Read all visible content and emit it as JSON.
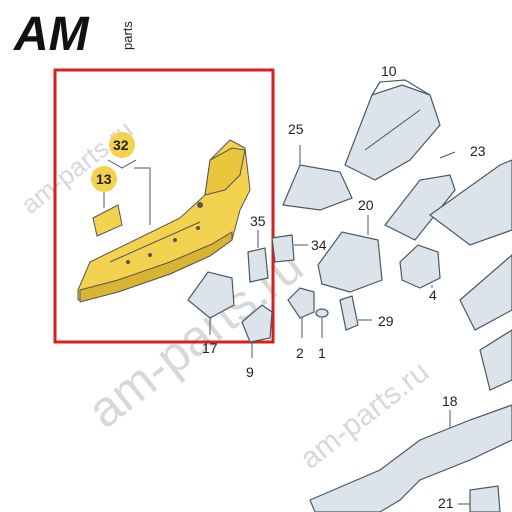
{
  "logo": {
    "main": "AM",
    "sub": "parts"
  },
  "watermark": {
    "top": "am-parts.ru",
    "middle": "am-parts.ru",
    "bottom": "am-parts.ru"
  },
  "highlight_color": "#f2d24e",
  "frame_color": "#d81e1e",
  "callouts": {
    "c32": "32",
    "c13": "13",
    "c10": "10",
    "c25": "25",
    "c23": "23",
    "c35": "35",
    "c34": "34",
    "c20": "20",
    "c4": "4",
    "c17": "17",
    "c2": "2",
    "c1": "1",
    "c29": "29",
    "c9": "9",
    "c18": "18",
    "c21": "21"
  }
}
